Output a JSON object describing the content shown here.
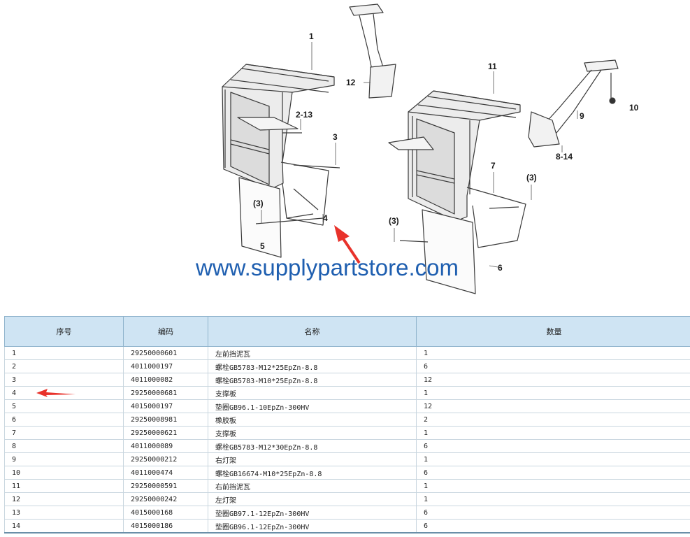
{
  "diagram": {
    "callouts": [
      "1",
      "2-13",
      "3",
      "4",
      "5",
      "(3)",
      "12",
      "11",
      "9",
      "10",
      "8-14",
      "7",
      "(3)",
      "(3)",
      "6"
    ],
    "watermark": "www.supplypartstore.com",
    "accent_arrow_color": "#e8322b"
  },
  "table": {
    "headers": [
      "序号",
      "编码",
      "名称",
      "数量"
    ],
    "rows": [
      [
        "1",
        "29250000601",
        "左前挡泥瓦",
        "1"
      ],
      [
        "2",
        "4011000197",
        "螺栓GB5783-M12*25EpZn-8.8",
        "6"
      ],
      [
        "3",
        "4011000082",
        "螺栓GB5783-M10*25EpZn-8.8",
        "12"
      ],
      [
        "4",
        "29250000681",
        "支撑板",
        "1"
      ],
      [
        "5",
        "4015000197",
        "垫圈GB96.1-10EpZn-300HV",
        "12"
      ],
      [
        "6",
        "29250008981",
        "橡胶板",
        "2"
      ],
      [
        "7",
        "29250000621",
        "支撑板",
        "1"
      ],
      [
        "8",
        "4011000089",
        "螺栓GB5783-M12*30EpZn-8.8",
        "6"
      ],
      [
        "9",
        "29250000212",
        "右灯架",
        "1"
      ],
      [
        "10",
        "4011000474",
        "螺栓GB16674-M10*25EpZn-8.8",
        "6"
      ],
      [
        "11",
        "29250000591",
        "右前挡泥瓦",
        "1"
      ],
      [
        "12",
        "29250000242",
        "左灯架",
        "1"
      ],
      [
        "13",
        "4015000168",
        "垫圈GB97.1-12EpZn-300HV",
        "6"
      ],
      [
        "14",
        "4015000186",
        "垫圈GB96.1-12EpZn-300HV",
        "6"
      ]
    ]
  }
}
